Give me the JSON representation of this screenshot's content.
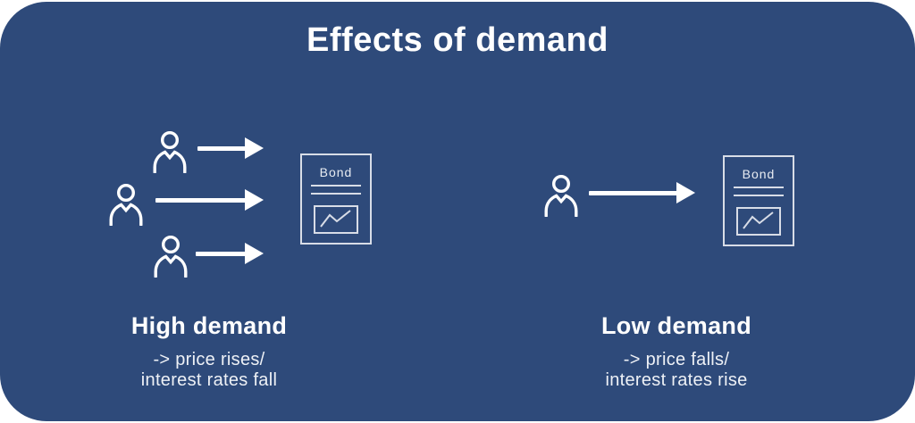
{
  "title": "Effects of demand",
  "colors": {
    "page_background": "#ffffff",
    "card_background": "#2e4a7a",
    "text": "#ffffff",
    "line_art": "#d8dde7"
  },
  "sections": [
    {
      "id": "high-demand",
      "heading": "High demand",
      "effect_line1": "-> price rises/",
      "effect_line2": "interest rates fall",
      "buyer_count": 3,
      "document": {
        "label": "Bond"
      }
    },
    {
      "id": "low-demand",
      "heading": "Low demand",
      "effect_line1": "-> price falls/",
      "effect_line2": "interest rates rise",
      "buyer_count": 1,
      "document": {
        "label": "Bond"
      }
    }
  ],
  "icons": {
    "person": "outlined bust of a buyer (circle head + shoulders with chest notch)",
    "arrow": "white right-pointing arrow (shaft + solid triangular head)",
    "document_chart": "small rectangle containing a rising zigzag line"
  }
}
